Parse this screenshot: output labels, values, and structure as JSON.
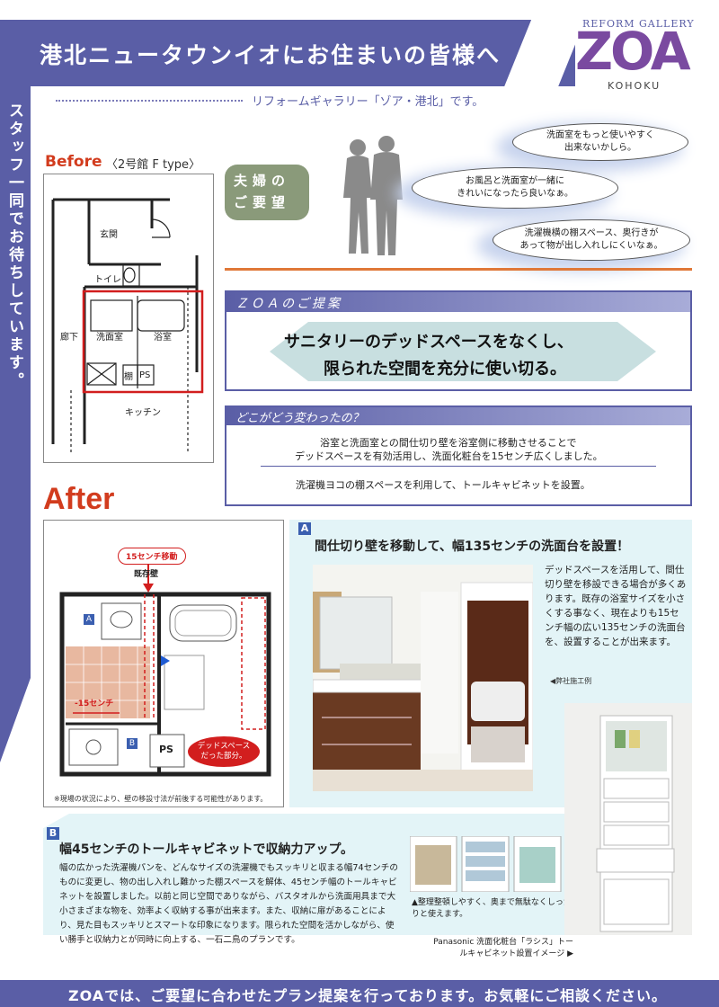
{
  "header": {
    "title": "港北ニュータウンイオにお住まいの皆様へ",
    "logo_gallery": "REFORM GALLERY",
    "logo_zoa": "ZOA",
    "logo_kohoku": "KOHOKU",
    "subtitle": "リフォームギャラリー「ゾア・港北」です。",
    "side_text": "スタッフ一同でお待ちしています。"
  },
  "before": {
    "label": "Before",
    "sublabel": "〈2号館 F type〉",
    "rooms": {
      "entrance": "玄関",
      "toilet": "トイレ",
      "corridor": "廊下",
      "washroom": "洗面室",
      "bathroom": "浴室",
      "shelf": "棚",
      "ps": "PS",
      "kitchen": "キッチン"
    }
  },
  "demand": {
    "badge_l1": "夫婦の",
    "badge_l2": "ご要望",
    "bubble1": [
      "洗面室をもっと使いやすく",
      "出来ないかしら。"
    ],
    "bubble2": [
      "お風呂と洗面室が一緒に",
      "きれいになったら良いなぁ。"
    ],
    "bubble3": [
      "洗濯機横の棚スペース、奥行きが",
      "あって物が出し入れしにくいなぁ。"
    ]
  },
  "proposal": {
    "heading": "ＺＯＡのご提案",
    "line1": "サニタリーのデッドスペースをなくし、",
    "line2": "限られた空間を充分に使い切る。"
  },
  "changes": {
    "heading": "どこがどう変わったの？",
    "line1": "浴室と洗面室との間仕切り壁を浴室側に移動させることで",
    "line2": "デッドスペースを有効活用し、洗面化粧台を15センチ広くしました。",
    "line3": "洗濯機ヨコの棚スペースを利用して、トールキャビネットを設置。"
  },
  "after": {
    "label": "After",
    "tag_move": "15センチ移動",
    "tag_wall": "既存壁",
    "badge_a": "A",
    "badge_b": "B",
    "width_label": "-15センチ",
    "ps": "PS",
    "dead_space_l1": "デッドスペース",
    "dead_space_l2": "だった部分。",
    "note": "※現場の状況により、壁の移設寸法が前後する可能性があります。"
  },
  "section_a": {
    "badge": "A",
    "title": "間仕切り壁を移動して、幅135センチの洗面台を設置！",
    "desc": "デッドスペースを活用して、間仕切り壁を移設できる場合が多くあります。既存の浴室サイズを小さくする事なく、現在よりも15センチ幅の広い135センチの洗面台を、設置することが出来ます。",
    "caption": "◀弊社施工例"
  },
  "section_b": {
    "badge": "B",
    "title": "幅45センチのトールキャビネットで収納力アップ。",
    "body": "幅の広かった洗濯機パンを、どんなサイズの洗濯機でもスッキリと収まる幅74センチのものに変更し、物の出し入れし難かった棚スペースを解体、45センチ幅のトールキャビネットを設置しました。以前と同じ空間でありながら、バスタオルから洗面用具まで大小さまざまな物を、効率よく収納する事が出来ます。また、収納に扉があることにより、見た目もスッキリとスマートな印象になります。限られた空間を活かしながら、使い勝手と収納力とが同時に向上する、一石二鳥のプランです。",
    "thumb_caption": "▲整理整頓しやすく、奥まで無駄なくしっかりと使えます。",
    "cabinet_caption": "Panasonic 洗面化粧台「ラシス」トールキャビネット設置イメージ ▶"
  },
  "footer": {
    "text": "ZOAでは、ご要望に合わせたプラン提案を行っております。お気軽にご相談ください。"
  },
  "colors": {
    "brand_purple": "#5a5ea6",
    "logo_purple": "#7a4aa0",
    "accent_red": "#d23c1e",
    "accent_orange": "#e07838",
    "panel_cyan": "#e3f4f7"
  }
}
